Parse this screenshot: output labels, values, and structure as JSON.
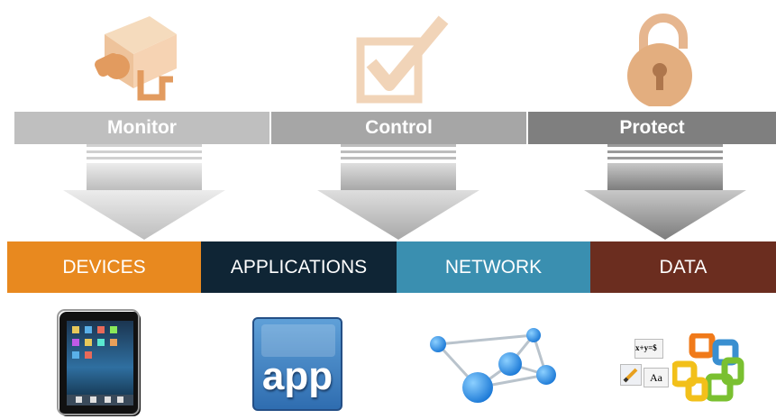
{
  "pillars": [
    {
      "label": "Monitor",
      "color": "#bfbfbf",
      "icon": "camera-icon"
    },
    {
      "label": "Control",
      "color": "#a6a6a6",
      "icon": "checkbox-icon"
    },
    {
      "label": "Protect",
      "color": "#7f7f7f",
      "icon": "padlock-icon"
    }
  ],
  "categories": [
    {
      "label": "DEVICES",
      "color": "#e8891f",
      "icon": "tablet-icon"
    },
    {
      "label": "APPLICATIONS",
      "color": "#0f2535",
      "icon": "app-icon"
    },
    {
      "label": "NETWORK",
      "color": "#3a8fb0",
      "icon": "network-icon"
    },
    {
      "label": "DATA",
      "color": "#6b2d1f",
      "icon": "office-icon"
    }
  ],
  "app_icon_text": "app",
  "office_chip_1": "x+y=$",
  "office_chip_2": "Aa",
  "accent_icon_color": "#e1a574"
}
